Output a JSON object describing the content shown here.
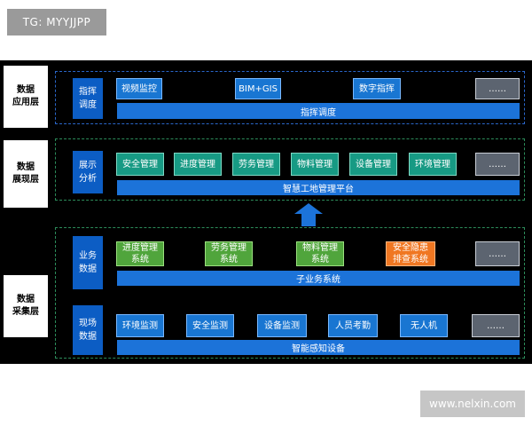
{
  "tg_label": "TG: MYYJJPP",
  "watermark": "www.nelxin.com",
  "layers": {
    "app": "数据\n应用层",
    "display": "数据\n展现层",
    "collect": "数据\n采集层"
  },
  "section_app": {
    "label": "指挥\n调度",
    "items": [
      "视频监控",
      "BIM+GIS",
      "数字指挥",
      "……"
    ],
    "bar": "指挥调度"
  },
  "section_display": {
    "label": "展示\n分析",
    "items": [
      "安全管理",
      "进度管理",
      "劳务管理",
      "物料管理",
      "设备管理",
      "环境管理",
      "……"
    ],
    "bar": "智慧工地管理平台"
  },
  "section_business": {
    "label": "业务\n数据",
    "items": [
      "进度管理\n系统",
      "劳务管理\n系统",
      "物料管理\n系统",
      "安全隐患\n排查系统",
      "……"
    ],
    "bar": "子业务系统"
  },
  "section_field": {
    "label": "现场\n数据",
    "items": [
      "环境监测",
      "安全监测",
      "设备监测",
      "人员考勤",
      "无人机",
      "……"
    ],
    "bar": "智能感知设备"
  },
  "colors": {
    "panel": "#000000",
    "bar_blue": "#1c73d9",
    "box_blue": "#1976d2",
    "box_teal": "#179a84",
    "box_green": "#50a53c",
    "box_orange": "#f07722",
    "box_grey": "#5c6470",
    "dash_blue": "#2a66c9",
    "dash_green": "#2c8c5a"
  },
  "icons": [
    "arrow-up-icon"
  ]
}
